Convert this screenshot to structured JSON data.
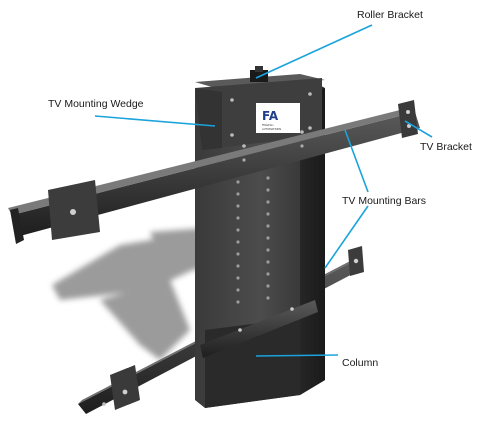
{
  "labels": {
    "roller_bracket": "Roller Bracket",
    "tv_mounting_wedge": "TV Mounting Wedge",
    "tv_bracket": "TV Bracket",
    "tv_mounting_bars": "TV Mounting Bars",
    "column": "Column"
  },
  "logo": {
    "mark": "FA",
    "line1": "FIRGELLI",
    "line2": "AUTOMATIONS"
  },
  "colors": {
    "leader_line": "#1aa3dc",
    "metal_dark": "#2b2b2b",
    "metal_mid": "#4a4a4a",
    "shadow": "#9a9a9a",
    "label_text": "#1a1a1a"
  }
}
